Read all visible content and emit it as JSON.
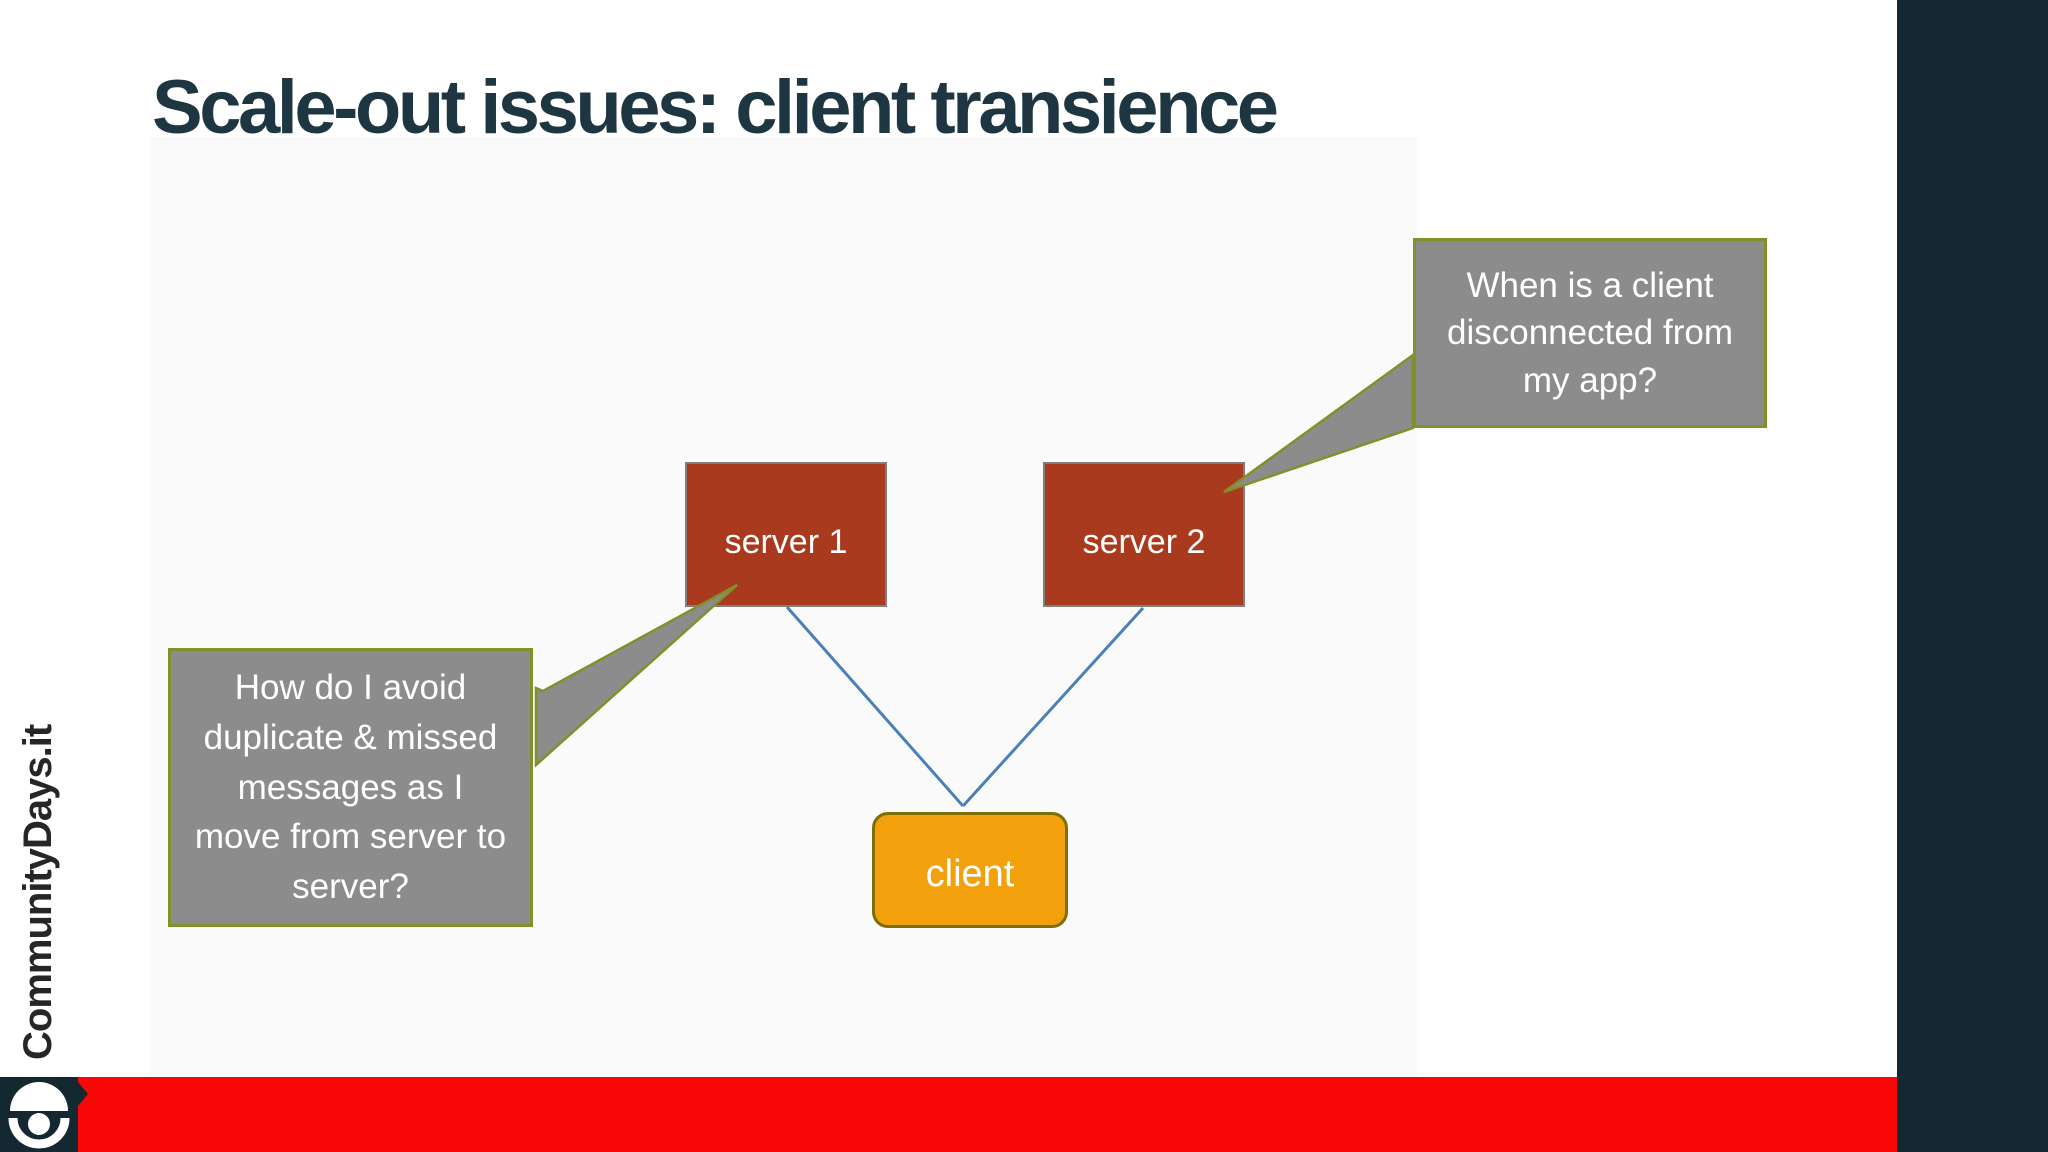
{
  "title": "Scale-out issues: client transience",
  "branding": {
    "vertical_label": "CommunityDays.it",
    "logo": "communitydays-logo"
  },
  "diagram": {
    "nodes": {
      "server1": {
        "label": "server 1"
      },
      "server2": {
        "label": "server 2"
      },
      "client": {
        "label": "client"
      }
    },
    "callouts": {
      "left": {
        "text": "How do I avoid\nduplicate & missed\nmessages as I\nmove from server to\nserver?"
      },
      "right": {
        "text": "When is a client\ndisconnected from\nmy app?"
      }
    },
    "connections": [
      {
        "from": "server1",
        "to": "client"
      },
      {
        "from": "server2",
        "to": "client"
      }
    ]
  },
  "colors": {
    "title_ink": "#1e3642",
    "brand_ink": "#262626",
    "server_fill": "#a93a1e",
    "server_border": "#7f7f7f",
    "client_fill": "#f2a10c",
    "client_border": "#7d6e08",
    "callout_fill": "#8c8c8c",
    "callout_border": "#83902a",
    "callout_text": "#ffffff",
    "connector_blue": "#4a80b8",
    "sidebar_navy": "#142832",
    "footer_red": "#f90606"
  }
}
